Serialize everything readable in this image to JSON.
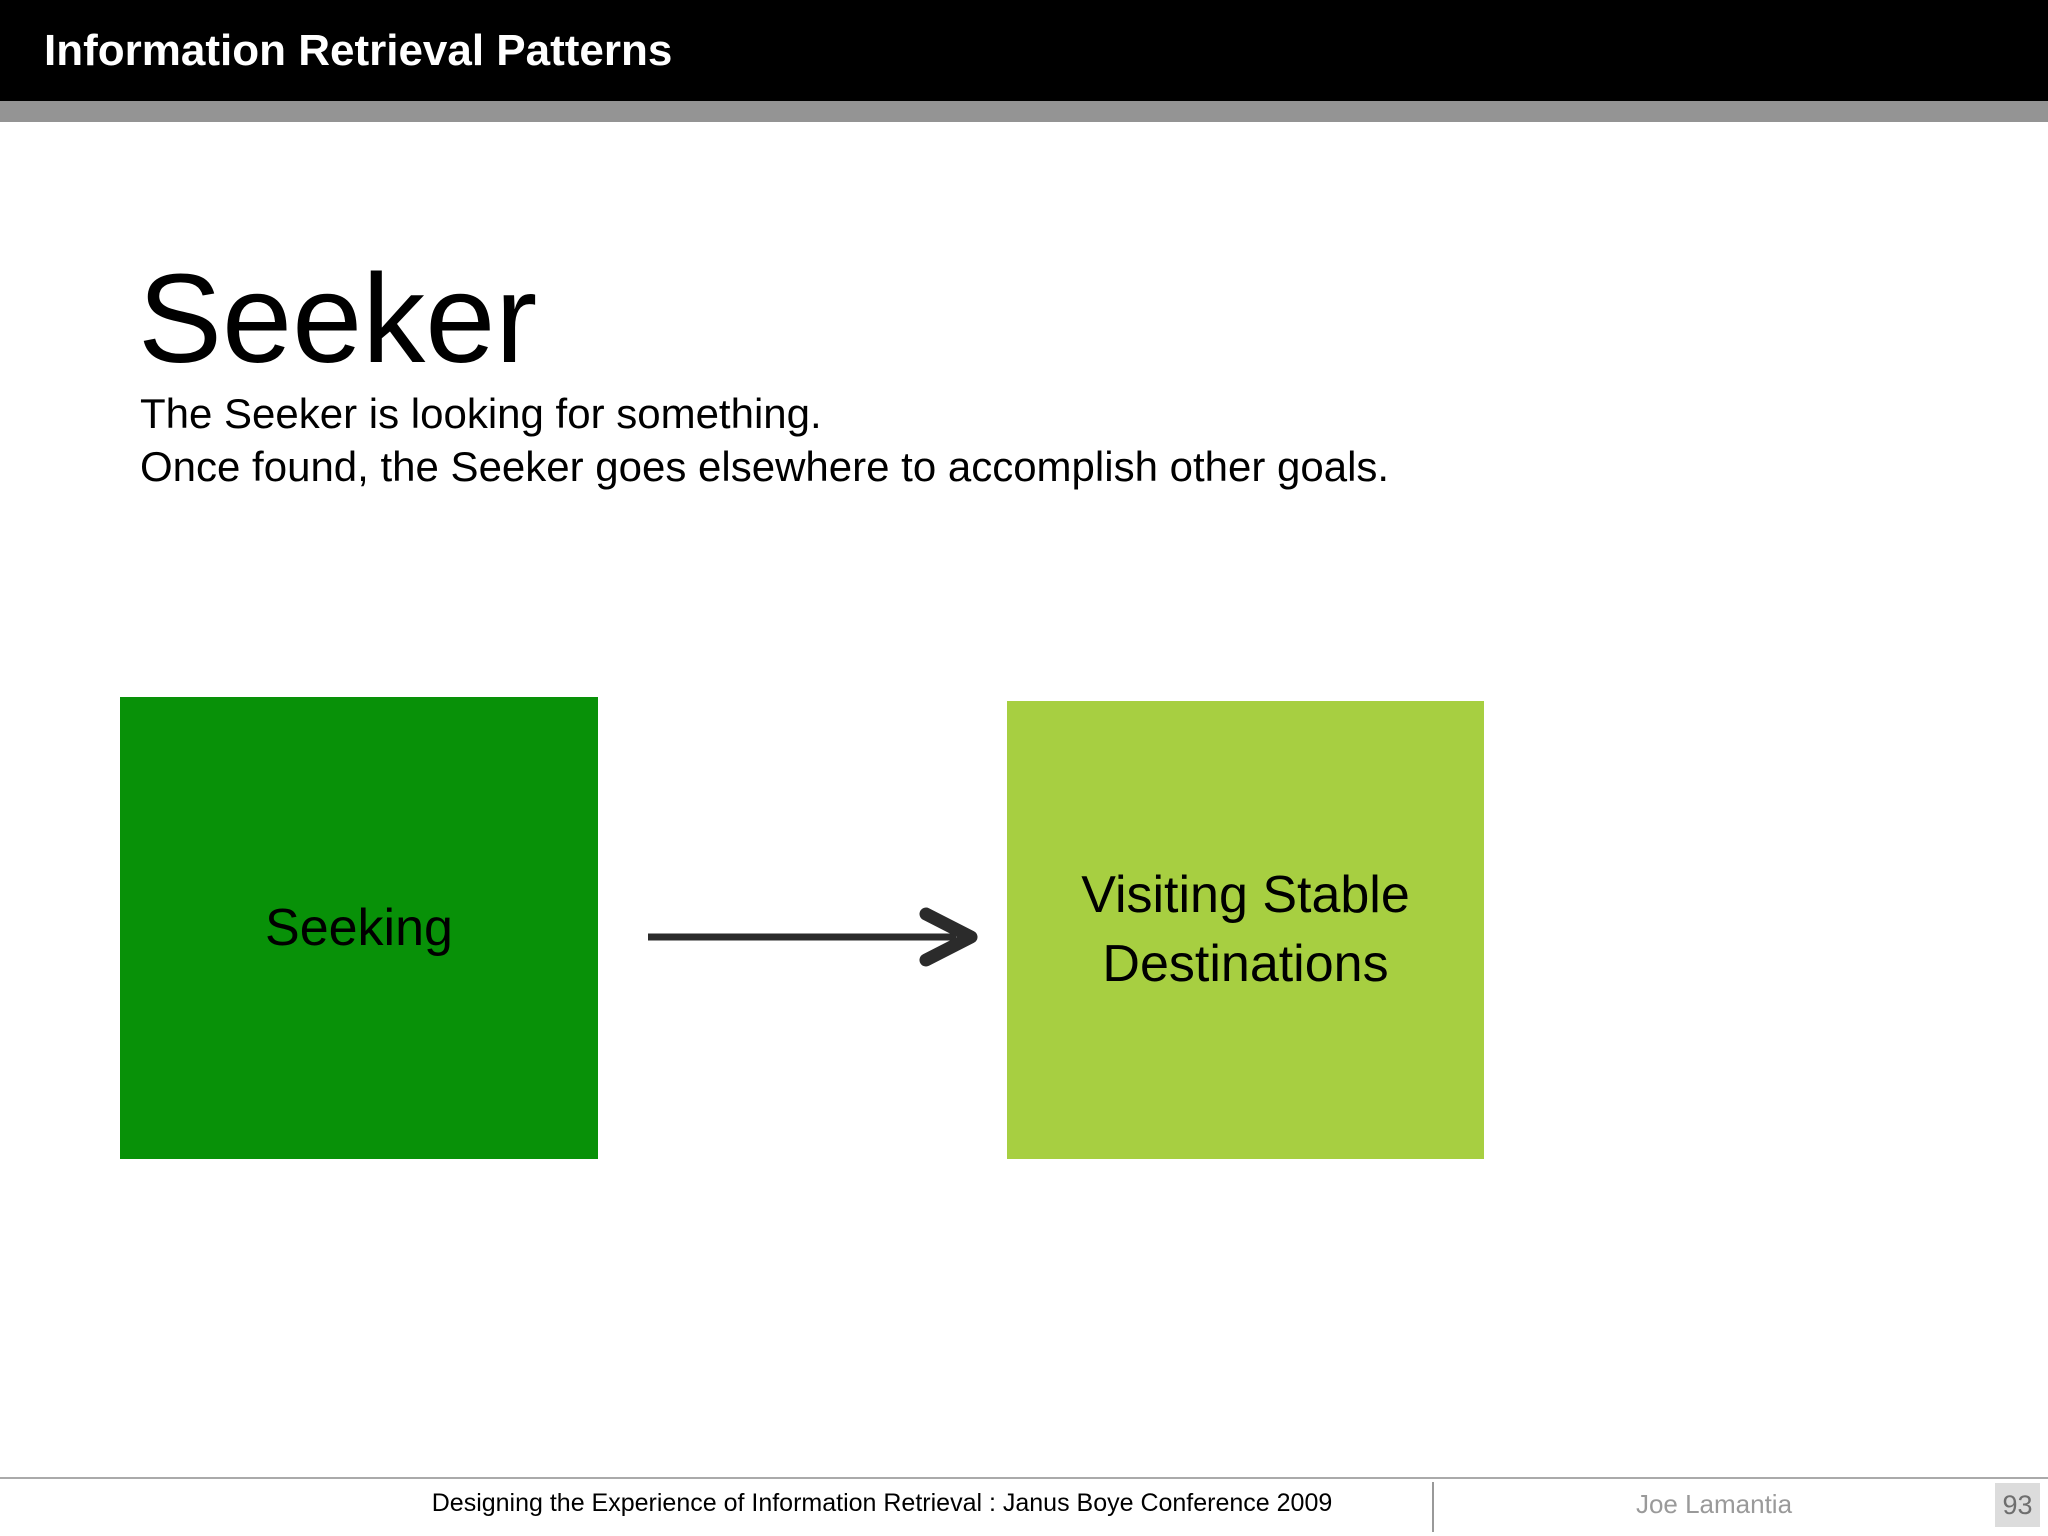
{
  "header": {
    "title": "Information Retrieval Patterns"
  },
  "slide": {
    "title": "Seeker",
    "body_lines": [
      "The Seeker is looking for something.",
      "Once found, the Seeker goes elsewhere to accomplish other goals."
    ]
  },
  "diagram": {
    "seeking_box": {
      "label": "Seeking",
      "color": "#089108"
    },
    "destinations_box": {
      "label": "Visiting Stable Destinations",
      "color": "#a7cf41"
    },
    "arrow": {
      "direction": "right",
      "color": "#2b2b2b"
    }
  },
  "footer": {
    "conference": "Designing the Experience of Information Retrieval : Janus Boye Conference 2009",
    "author": "Joe Lamantia",
    "page_number": "93"
  },
  "colors": {
    "header_bg": "#000000",
    "header_text": "#ffffff",
    "accent_strip": "#949494",
    "seeking_green": "#089108",
    "destinations_green": "#a7cf41",
    "arrow": "#2b2b2b",
    "footer_rule": "#aaaaaa",
    "footer_muted_text": "#9a9a9a",
    "page_badge_bg": "#dcdcdc",
    "page_badge_text": "#6e6e6e"
  }
}
